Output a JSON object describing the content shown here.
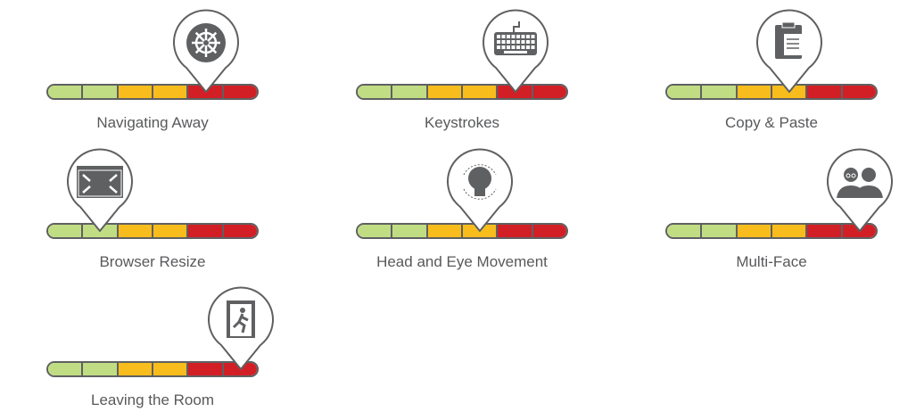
{
  "colors": {
    "green": "#c1dd84",
    "yellow": "#f8bd1c",
    "red": "#d21f26",
    "outline": "#5f6062",
    "icon": "#5f6062"
  },
  "segments": 6,
  "items": [
    {
      "label": "Navigating Away",
      "level": 5,
      "icon": "ship-wheel-icon"
    },
    {
      "label": "Keystrokes",
      "level": 5,
      "icon": "keyboard-icon"
    },
    {
      "label": "Copy & Paste",
      "level": 4,
      "icon": "clipboard-icon"
    },
    {
      "label": "Browser Resize",
      "level": 2,
      "icon": "browser-resize-icon"
    },
    {
      "label": "Head and Eye Movement",
      "level": 4,
      "icon": "head-movement-icon"
    },
    {
      "label": "Multi-Face",
      "level": 6,
      "icon": "multi-face-icon"
    },
    {
      "label": "Leaving the Room",
      "level": 6,
      "icon": "exit-door-icon"
    }
  ]
}
